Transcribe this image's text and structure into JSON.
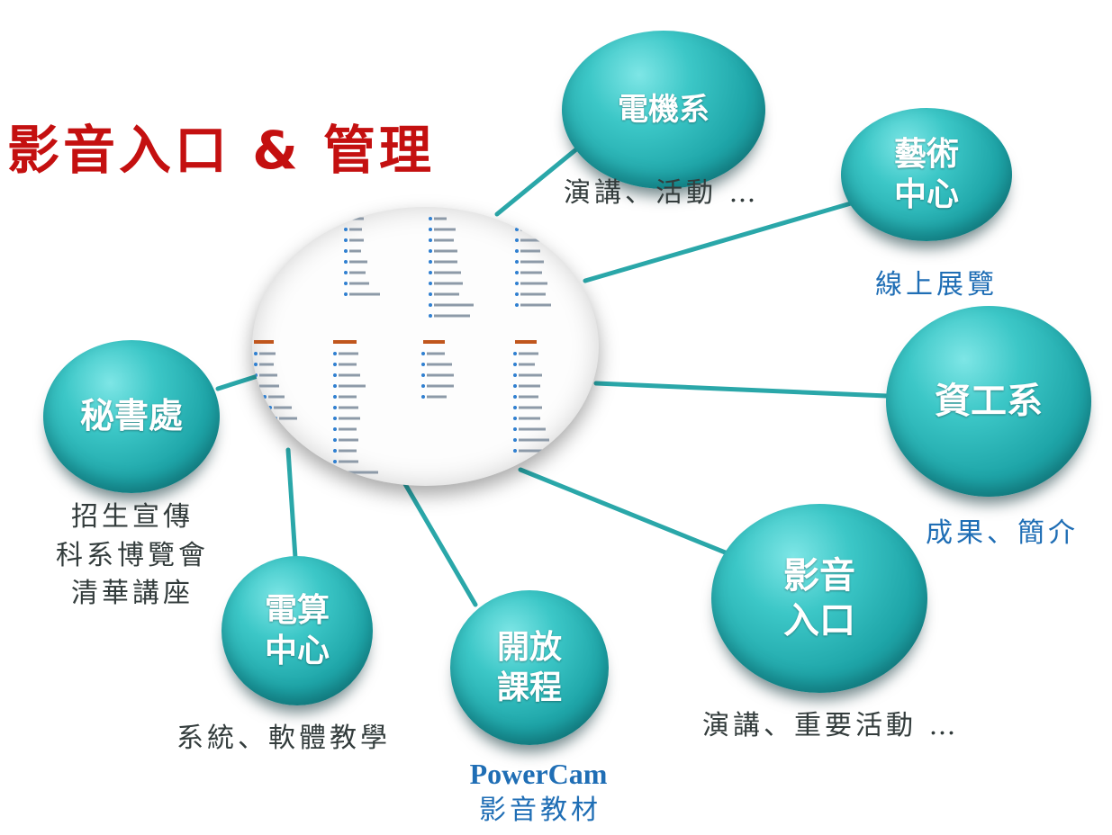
{
  "title": "影音入口 & 管理",
  "nodes": {
    "ee": "電機系",
    "arts": "藝術\n中心",
    "cs": "資工系",
    "av": "影音\n入口",
    "ocw": "開放\n課程",
    "cc": "電算\n中心",
    "sec": "秘書處"
  },
  "captions": {
    "ee": "演講、活動 …",
    "arts": "線上展覽",
    "cs": "成果、簡介",
    "av": "演講、重要活動 …",
    "ocw_brand": "PowerCam",
    "ocw": "影音教材",
    "cc": "系統、軟體教學",
    "sec": "招生宣傳\n科系博覽會\n清華講座"
  },
  "colors": {
    "title": "#c41010",
    "node": "#22b2b4",
    "connector": "#2aa7a9",
    "caption_dark": "#333c3c",
    "caption_blue": "#1f6eb5",
    "hub_heading": "#c0561d",
    "hub_bullet": "#2f7fd0"
  }
}
